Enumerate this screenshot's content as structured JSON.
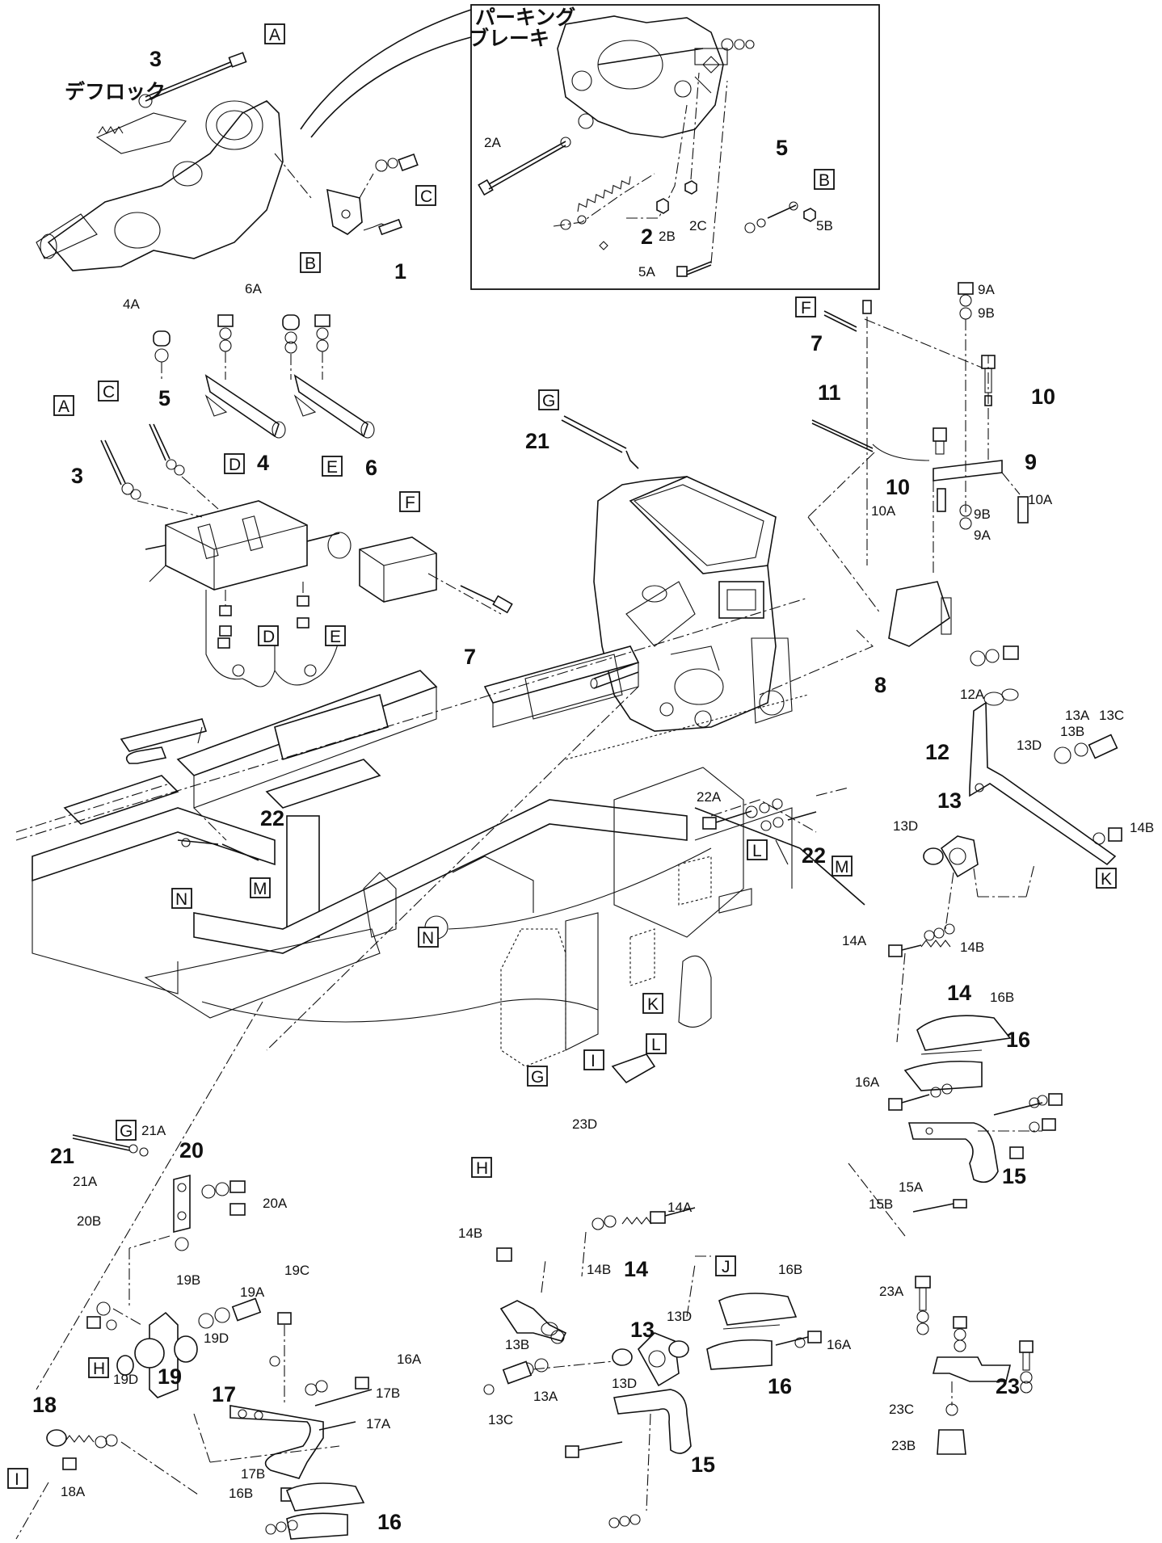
{
  "notes": {
    "parking_brake": "パーキング",
    "parking_brake_2": "ブレーキ",
    "diff_lock": "デフロック"
  },
  "callouts": [
    {
      "id": "c1",
      "text": "3"
    },
    {
      "id": "c2",
      "text": "1"
    },
    {
      "id": "c3",
      "text": "2A"
    },
    {
      "id": "c4",
      "text": "2"
    },
    {
      "id": "c5",
      "text": "2B"
    },
    {
      "id": "c6",
      "text": "2C"
    },
    {
      "id": "c7",
      "text": "5"
    },
    {
      "id": "c8",
      "text": "5B"
    },
    {
      "id": "c9",
      "text": "5A"
    },
    {
      "id": "c10",
      "text": "4A"
    },
    {
      "id": "c11",
      "text": "6A"
    },
    {
      "id": "c12",
      "text": "5"
    },
    {
      "id": "c13",
      "text": "3"
    },
    {
      "id": "c14",
      "text": "4"
    },
    {
      "id": "c15",
      "text": "6"
    },
    {
      "id": "c16",
      "text": "7"
    },
    {
      "id": "c17",
      "text": "7"
    },
    {
      "id": "c18",
      "text": "9A"
    },
    {
      "id": "c19",
      "text": "9B"
    },
    {
      "id": "c20",
      "text": "10"
    },
    {
      "id": "c21",
      "text": "11"
    },
    {
      "id": "c22",
      "text": "21"
    },
    {
      "id": "c23",
      "text": "10"
    },
    {
      "id": "c24",
      "text": "9"
    },
    {
      "id": "c25",
      "text": "10A"
    },
    {
      "id": "c26",
      "text": "9B"
    },
    {
      "id": "c27",
      "text": "10A"
    },
    {
      "id": "c28",
      "text": "9A"
    },
    {
      "id": "c29",
      "text": "8"
    },
    {
      "id": "c30",
      "text": "12A"
    },
    {
      "id": "c31",
      "text": "13A"
    },
    {
      "id": "c32",
      "text": "13C"
    },
    {
      "id": "c33",
      "text": "12"
    },
    {
      "id": "c34",
      "text": "13D"
    },
    {
      "id": "c35",
      "text": "13B"
    },
    {
      "id": "c36",
      "text": "22A"
    },
    {
      "id": "c37",
      "text": "22"
    },
    {
      "id": "c38",
      "text": "22"
    },
    {
      "id": "c39",
      "text": "13D"
    },
    {
      "id": "c40",
      "text": "13"
    },
    {
      "id": "c41",
      "text": "14B"
    },
    {
      "id": "c42",
      "text": "14A"
    },
    {
      "id": "c43",
      "text": "14B"
    },
    {
      "id": "c44",
      "text": "14"
    },
    {
      "id": "c45",
      "text": "16B"
    },
    {
      "id": "c46",
      "text": "16"
    },
    {
      "id": "c47",
      "text": "16A"
    },
    {
      "id": "c48",
      "text": "15"
    },
    {
      "id": "c49",
      "text": "15A"
    },
    {
      "id": "c50",
      "text": "15B"
    },
    {
      "id": "c51",
      "text": "23D"
    },
    {
      "id": "c52",
      "text": "21A"
    },
    {
      "id": "c53",
      "text": "21"
    },
    {
      "id": "c54",
      "text": "20"
    },
    {
      "id": "c55",
      "text": "21A"
    },
    {
      "id": "c56",
      "text": "20A"
    },
    {
      "id": "c57",
      "text": "20B"
    },
    {
      "id": "c58",
      "text": "19B"
    },
    {
      "id": "c59",
      "text": "19C"
    },
    {
      "id": "c60",
      "text": "19A"
    },
    {
      "id": "c61",
      "text": "19D"
    },
    {
      "id": "c62",
      "text": "19D"
    },
    {
      "id": "c63",
      "text": "19"
    },
    {
      "id": "c64",
      "text": "14A"
    },
    {
      "id": "c65",
      "text": "14B"
    },
    {
      "id": "c66",
      "text": "14B"
    },
    {
      "id": "c67",
      "text": "14"
    },
    {
      "id": "c68",
      "text": "16B"
    },
    {
      "id": "c69",
      "text": "13D"
    },
    {
      "id": "c70",
      "text": "13"
    },
    {
      "id": "c71",
      "text": "16A"
    },
    {
      "id": "c72",
      "text": "13B"
    },
    {
      "id": "c73",
      "text": "13D"
    },
    {
      "id": "c74",
      "text": "13A"
    },
    {
      "id": "c75",
      "text": "16"
    },
    {
      "id": "c76",
      "text": "13C"
    },
    {
      "id": "c77",
      "text": "15"
    },
    {
      "id": "c78",
      "text": "23A"
    },
    {
      "id": "c79",
      "text": "23"
    },
    {
      "id": "c80",
      "text": "23C"
    },
    {
      "id": "c81",
      "text": "23B"
    },
    {
      "id": "c82",
      "text": "16A"
    },
    {
      "id": "c83",
      "text": "17"
    },
    {
      "id": "c84",
      "text": "17B"
    },
    {
      "id": "c85",
      "text": "17A"
    },
    {
      "id": "c86",
      "text": "18"
    },
    {
      "id": "c87",
      "text": "17B"
    },
    {
      "id": "c88",
      "text": "16B"
    },
    {
      "id": "c89",
      "text": "18A"
    },
    {
      "id": "c90",
      "text": "16"
    }
  ],
  "ref_boxes": [
    {
      "id": "b1",
      "text": "A"
    },
    {
      "id": "b2",
      "text": "C"
    },
    {
      "id": "b3",
      "text": "B"
    },
    {
      "id": "b4",
      "text": "B"
    },
    {
      "id": "b5",
      "text": "C"
    },
    {
      "id": "b6",
      "text": "A"
    },
    {
      "id": "b7",
      "text": "D"
    },
    {
      "id": "b8",
      "text": "E"
    },
    {
      "id": "b9",
      "text": "F"
    },
    {
      "id": "b10",
      "text": "D"
    },
    {
      "id": "b11",
      "text": "E"
    },
    {
      "id": "b12",
      "text": "F"
    },
    {
      "id": "b13",
      "text": "G"
    },
    {
      "id": "b14",
      "text": "K"
    },
    {
      "id": "b15",
      "text": "L"
    },
    {
      "id": "b16",
      "text": "M"
    },
    {
      "id": "b17",
      "text": "N"
    },
    {
      "id": "b18",
      "text": "M"
    },
    {
      "id": "b19",
      "text": "N"
    },
    {
      "id": "b20",
      "text": "K"
    },
    {
      "id": "b21",
      "text": "L"
    },
    {
      "id": "b22",
      "text": "G"
    },
    {
      "id": "b23",
      "text": "I"
    },
    {
      "id": "b24",
      "text": "G"
    },
    {
      "id": "b25",
      "text": "H"
    },
    {
      "id": "b26",
      "text": "H"
    },
    {
      "id": "b27",
      "text": "J"
    },
    {
      "id": "b28",
      "text": "I"
    }
  ]
}
